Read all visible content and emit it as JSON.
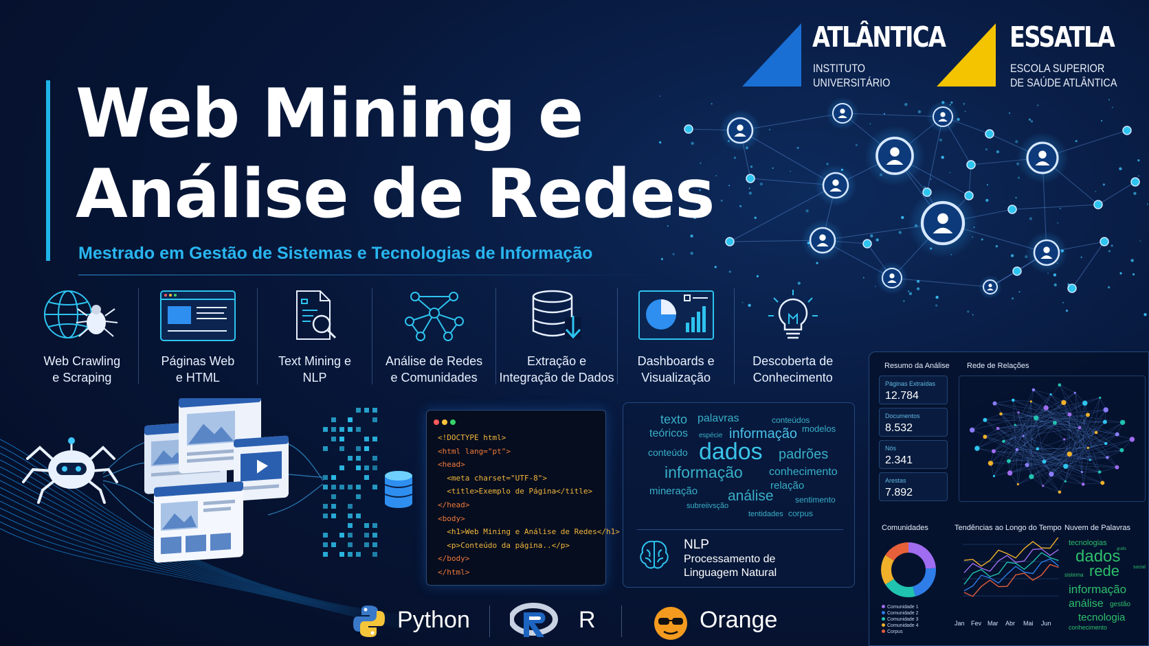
{
  "poster": {
    "title_line1": "Web Mining e",
    "title_line2": "Análise de Redes",
    "subtitle": "Mestrado em Gestão de Sistemas e Tecnologias de Informação"
  },
  "logos": [
    {
      "name": "ATLÂNTICA",
      "line1": "INSTITUTO",
      "line2": "UNIVERSITÁRIO",
      "color": "#1a6fd4"
    },
    {
      "name": "ESSATLA",
      "line1": "ESCOLA SUPERIOR",
      "line2": "DE SAÚDE ATLÂNTICA",
      "color": "#f5c400"
    }
  ],
  "features": [
    {
      "icon": "globe-spider-icon",
      "line1": "Web Crawling",
      "line2": "e Scraping"
    },
    {
      "icon": "webpage-icon",
      "line1": "Páginas Web",
      "line2": "e HTML"
    },
    {
      "icon": "document-search-icon",
      "line1": "Text Mining e",
      "line2": "NLP"
    },
    {
      "icon": "network-graph-icon",
      "line1": "Análise de Redes",
      "line2": "e Comunidades"
    },
    {
      "icon": "database-download-icon",
      "line1": "Extração e",
      "line2": "Integração de Dados"
    },
    {
      "icon": "dashboard-chart-icon",
      "line1": "Dashboards e",
      "line2": "Visualização"
    },
    {
      "icon": "lightbulb-icon",
      "line1": "Descoberta de",
      "line2": "Conhecimento"
    }
  ],
  "code": {
    "lines": [
      "<!DOCTYPE html>",
      "<html lang=\"pt\">",
      "<head>",
      "  <meta charset=\"UTF-8\">",
      "  <title>Exemplo de Página</title>",
      "</head>",
      "<body>",
      "  <h1>Web Mining e Análise de Redes</h1>",
      "  <p>Conteúdo da página..</p>",
      "</body>",
      "</html>"
    ]
  },
  "word_cloud": {
    "words": [
      "texto",
      "palavras",
      "conteúdos",
      "teóricos",
      "espécie",
      "informação",
      "modelos",
      "conteúdo",
      "dados",
      "padrões",
      "informação",
      "conhecimento",
      "mineração",
      "relação",
      "análise",
      "sentimento",
      "subreiivsção",
      "tentidades",
      "corpus"
    ],
    "nlp_title": "NLP",
    "nlp_line1": "Processamento de",
    "nlp_line2": "Linguagem Natural"
  },
  "dashboard": {
    "summary_title": "Resumo da Análise",
    "network_title": "Rede de Relações",
    "stats": [
      {
        "label": "Páginas Extraídas",
        "value": "12.784"
      },
      {
        "label": "Documentos",
        "value": "8.532"
      },
      {
        "label": "Nós",
        "value": "2.341"
      },
      {
        "label": "Arestas",
        "value": "7.892"
      }
    ],
    "communities_title": "Comunidades",
    "communities_legend": [
      "Comunidade 1",
      "Comunidade 2",
      "Comunidade 3",
      "Comunidade 4",
      "Corpus"
    ],
    "community_colors": [
      "#a06cf0",
      "#2f7de8",
      "#20c3b0",
      "#f0b02a",
      "#e8603a"
    ],
    "trends_title": "Tendências ao Longo do Tempo",
    "trend_months": [
      "Jan",
      "Fev",
      "Mar",
      "Abr",
      "Mai",
      "Jun"
    ],
    "wordcloud_title": "Nuvem de Palavras",
    "wordcloud_words": [
      "tecnologias",
      "dados",
      "rede",
      "sistema",
      "informação",
      "análise",
      "gestão",
      "tecnologia",
      "conhecimento",
      "social",
      "grafo"
    ]
  },
  "tools": [
    {
      "name": "Python",
      "icon": "python-icon"
    },
    {
      "name": "R",
      "icon": "r-logo-icon"
    },
    {
      "name": "Orange",
      "icon": "orange-icon"
    }
  ]
}
